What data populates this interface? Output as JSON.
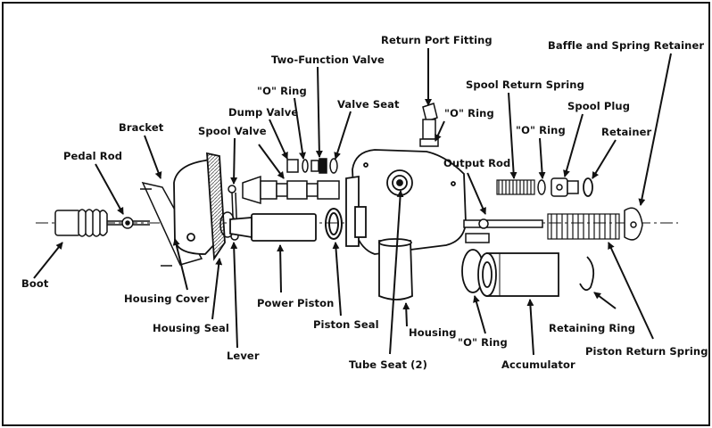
{
  "colors": {
    "ink": "#111111",
    "paper": "#ffffff",
    "shade": "#555555"
  },
  "labels": {
    "return_port_fitting": "Return Port Fitting",
    "baffle_spring_retainer": "Baffle and Spring Retainer",
    "two_function_valve": "Two-Function Valve",
    "spool_return_spring": "Spool Return Spring",
    "o_ring_1": "\"O\" Ring",
    "valve_seat": "Valve Seat",
    "o_ring_2": "\"O\" Ring",
    "spool_plug": "Spool Plug",
    "dump_valve": "Dump Valve",
    "bracket": "Bracket",
    "spool_valve": "Spool Valve",
    "o_ring_3": "\"O\" Ring",
    "retainer": "Retainer",
    "pedal_rod": "Pedal Rod",
    "output_rod": "Output Rod",
    "boot": "Boot",
    "housing_cover": "Housing Cover",
    "power_piston": "Power Piston",
    "housing_seal": "Housing Seal",
    "piston_seal": "Piston Seal",
    "retaining_ring": "Retaining Ring",
    "housing": "Housing",
    "o_ring_4": "\"O\" Ring",
    "piston_return_spring": "Piston Return Spring",
    "lever": "Lever",
    "tube_seat": "Tube Seat (2)",
    "accumulator": "Accumulator"
  }
}
